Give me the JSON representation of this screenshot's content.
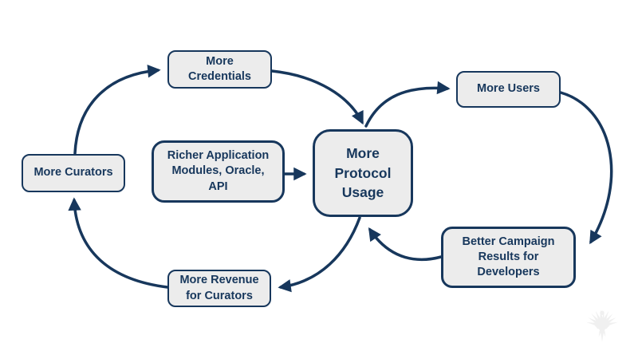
{
  "diagram": {
    "title": "",
    "nodes": {
      "more_credentials": {
        "label": "More Credentials",
        "lines": [
          "More",
          "Credentials"
        ]
      },
      "more_users": {
        "label": "More Users",
        "lines": [
          "More Users"
        ]
      },
      "more_curators": {
        "label": "More Curators",
        "lines": [
          "More Curators"
        ]
      },
      "richer_app": {
        "label": "Richer Application Modules, Oracle, API",
        "lines": [
          "Richer Application",
          "Modules, Oracle,",
          "API"
        ]
      },
      "protocol_usage": {
        "label": "More Protocol Usage",
        "lines": [
          "More",
          "Protocol",
          "Usage"
        ]
      },
      "campaign_results": {
        "label": "Better Campaign Results for Developers",
        "lines": [
          "Better Campaign",
          "Results for",
          "Developers"
        ]
      },
      "more_revenue": {
        "label": "More Revenue for Curators",
        "lines": [
          "More Revenue",
          "for Curators"
        ]
      }
    },
    "edges": [
      {
        "from": "more_curators",
        "to": "more_credentials"
      },
      {
        "from": "more_credentials",
        "to": "protocol_usage"
      },
      {
        "from": "protocol_usage",
        "to": "more_users"
      },
      {
        "from": "more_users",
        "to": "campaign_results"
      },
      {
        "from": "campaign_results",
        "to": "protocol_usage"
      },
      {
        "from": "protocol_usage",
        "to": "more_revenue"
      },
      {
        "from": "more_revenue",
        "to": "more_curators"
      },
      {
        "from": "richer_app",
        "to": "protocol_usage"
      }
    ],
    "colors": {
      "accent": "#17375C",
      "node_fill": "#ECECEC",
      "background": "#FFFFFF",
      "watermark": "#F0F0F0"
    },
    "watermark_icon": "phoenix-eagle-icon"
  }
}
